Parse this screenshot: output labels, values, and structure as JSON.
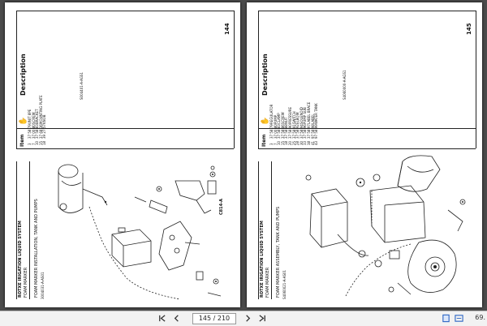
{
  "left_page": {
    "page_number": "144",
    "header_title": "ROTXE IRIGATION LIQUID SYSTEM",
    "header_sub": "FOAM MARKER",
    "section_title": "FOAM MARKER INSTALLATION, TANK AND PUMPS",
    "part_code": "3004031-A-AS01",
    "figure_code": "C814-A",
    "col_item": "Item",
    "col_description": "Description",
    "items": [
      "3",
      "7",
      "10",
      "15",
      "18"
    ],
    "part_numbers": [
      "37 58 79",
      "37 00 80",
      "37 58 83",
      "37 68 36",
      "39 27 57"
    ],
    "descriptions": [
      "UNIT 8PE",
      "SCREW",
      "BRACKET",
      "MOUNTING PLATE",
      "KNOB"
    ],
    "note": "S004401-A-AGS1"
  },
  "right_page": {
    "page_number": "145",
    "header_title": "ROTXE IRIGATION LIQUID SYSTEM",
    "header_sub": "FOAM MARKER",
    "section_title": "FOAM MARKER ASSEMBLY, TANK AND PUMPS",
    "part_code": "S4060021-A-AS01",
    "col_item": "Item",
    "col_description": "Description",
    "items": [
      "3",
      "7",
      "10",
      "15",
      "18",
      "20",
      "25",
      "28",
      "30",
      "33",
      "38",
      "41",
      "43"
    ],
    "part_numbers": [
      "37 58 79",
      "37 00 80",
      "37 58 83",
      "37 58 86",
      "37 58 88",
      "37 58 90",
      "37 58 91",
      "37 58 92",
      "37 58 94",
      "37 58 96",
      "37 58 97",
      "97 58 98",
      "97 58 99"
    ],
    "descriptions": [
      "REGULATOR",
      "PUMP",
      "CLAMP",
      "SCREW",
      "NUT",
      "PRESSURE",
      "SWITCH",
      "ELBOW",
      "SOLENOID",
      "PUMP SUB",
      "LABEL BRACE",
      "LABEL",
      "WATER TANK"
    ],
    "note": "S4060000-A-AGS1"
  },
  "toolbar": {
    "page_indicator": "145 / 210",
    "zoom": "69."
  },
  "icons": [
    "first-page-icon",
    "prev-page-icon",
    "next-page-icon",
    "last-page-icon",
    "fit-page-icon",
    "fit-width-icon"
  ]
}
